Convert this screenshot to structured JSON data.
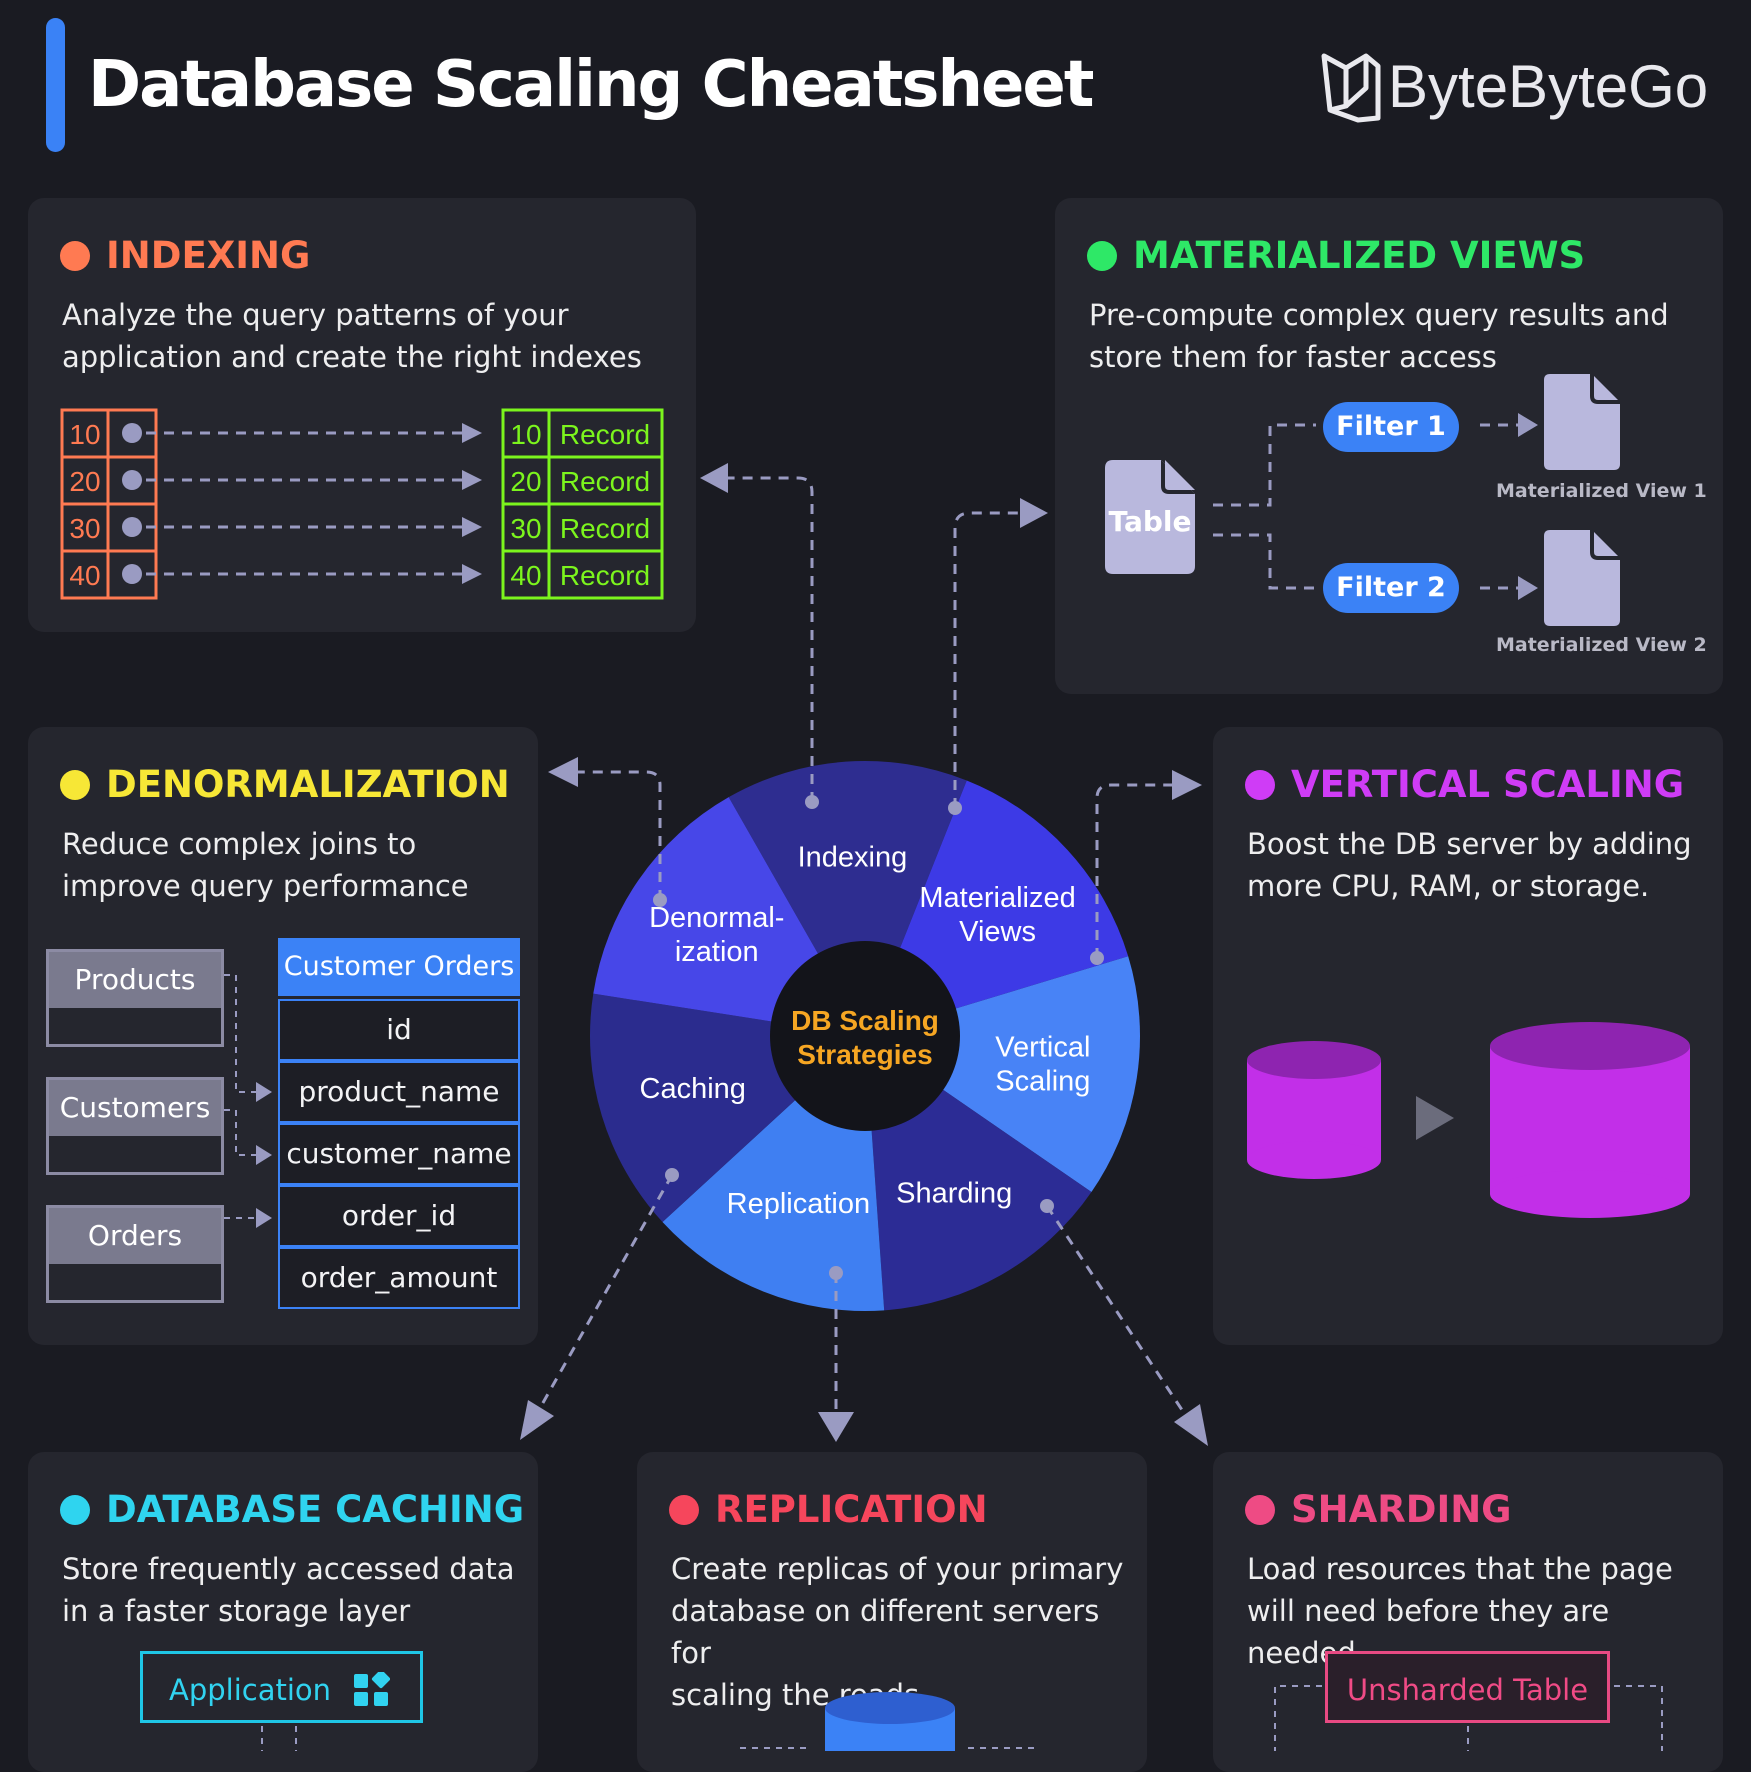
{
  "header": {
    "title": "Database Scaling Cheatsheet",
    "brand": "ByteByteGo"
  },
  "colors": {
    "indexing": "#ff7a52",
    "materialized_views": "#2ee867",
    "denormalization": "#f7e736",
    "vertical_scaling": "#cf3cf6",
    "caching": "#2fd4ef",
    "replication": "#f6465c",
    "sharding": "#ee4b84"
  },
  "cards": {
    "indexing": {
      "title": "INDEXING",
      "desc": "Analyze the query patterns of your\napplication and create the right indexes"
    },
    "materialized_views": {
      "title": "MATERIALIZED VIEWS",
      "desc": "Pre-compute complex query results and\nstore them for faster access"
    },
    "denormalization": {
      "title": "DENORMALIZATION",
      "desc": "Reduce complex joins to\nimprove query performance"
    },
    "vertical_scaling": {
      "title": "VERTICAL SCALING",
      "desc": "Boost the DB server by adding\nmore CPU, RAM, or storage."
    },
    "caching": {
      "title": "DATABASE CACHING",
      "desc": "Store frequently accessed data\nin a faster storage layer"
    },
    "replication": {
      "title": "REPLICATION",
      "desc": "Create replicas of your primary\ndatabase on different servers for\nscaling the reads"
    },
    "sharding": {
      "title": "SHARDING",
      "desc": "Load resources that the page\nwill need before they are needed"
    }
  },
  "index_table": {
    "keys": [
      "10",
      "20",
      "30",
      "40"
    ],
    "records": [
      {
        "key": "10",
        "label": "Record"
      },
      {
        "key": "20",
        "label": "Record"
      },
      {
        "key": "30",
        "label": "Record"
      },
      {
        "key": "40",
        "label": "Record"
      }
    ]
  },
  "mv_diagram": {
    "table_label": "Table",
    "filters": [
      "Filter 1",
      "Filter 2"
    ],
    "views": [
      "Materialized View 1",
      "Materialized View 2"
    ]
  },
  "denorm_diagram": {
    "source_tables": [
      "Products",
      "Customers",
      "Orders"
    ],
    "target_title": "Customer Orders",
    "target_columns": [
      "id",
      "product_name",
      "customer_name",
      "order_id",
      "order_amount"
    ]
  },
  "wheel": {
    "center_lines": [
      "DB Scaling",
      "Strategies"
    ],
    "segments": [
      {
        "lines": [
          "Indexing"
        ],
        "color": "#2e2d90"
      },
      {
        "lines": [
          "Materialized",
          "Views"
        ],
        "color": "#3d3ae6"
      },
      {
        "lines": [
          "Vertical",
          "Scaling"
        ],
        "color": "#4883f6"
      },
      {
        "lines": [
          "Sharding"
        ],
        "color": "#2c2c95"
      },
      {
        "lines": [
          "Replication"
        ],
        "color": "#3f7ff2"
      },
      {
        "lines": [
          "Caching"
        ],
        "color": "#2b2c8e"
      },
      {
        "lines": [
          "Denormal-",
          "ization"
        ],
        "color": "#4747e8"
      }
    ]
  },
  "caching_diagram": {
    "app_label": "Application"
  },
  "sharding_diagram": {
    "table_label": "Unsharded Table"
  }
}
